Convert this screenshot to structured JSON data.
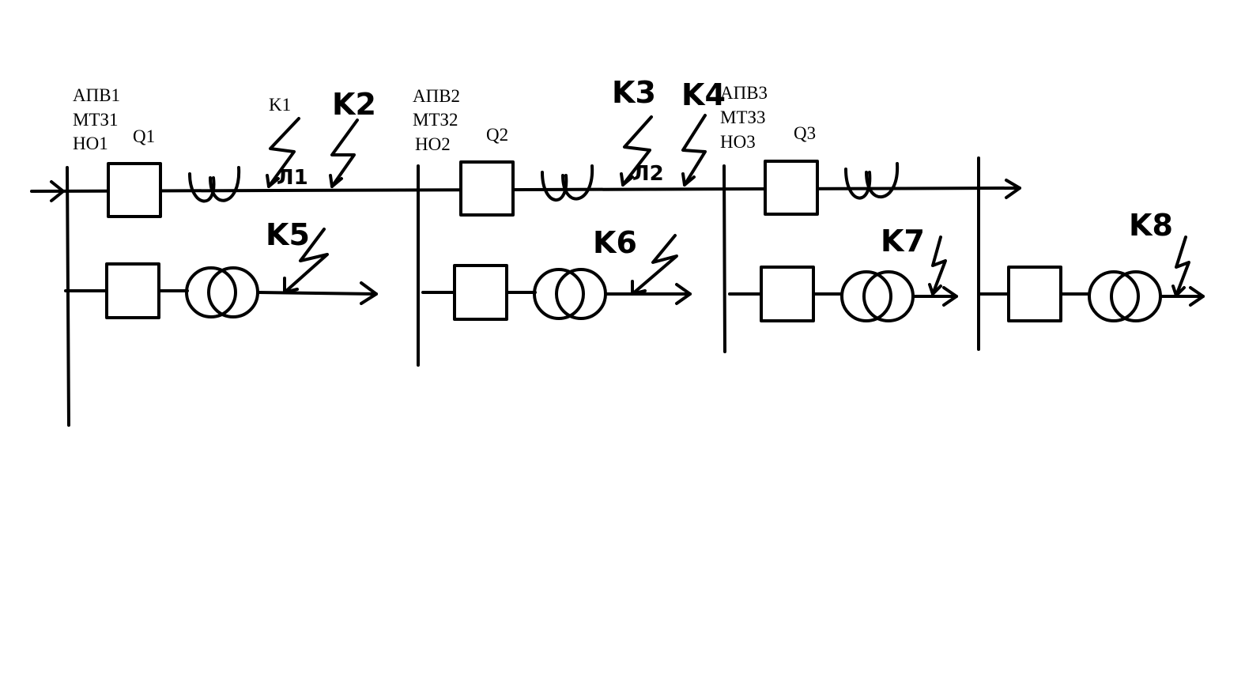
{
  "labels": {
    "s1": {
      "l1": "АПВ1",
      "l2": "МТЗ1",
      "l3": "НО1",
      "q": "Q1"
    },
    "s2": {
      "l1": "АПВ2",
      "l2": "МТЗ2",
      "l3": "НО2",
      "q": "Q2"
    },
    "s3": {
      "l1": "АПВ3",
      "l2": "МТЗ3",
      "l3": "НО3",
      "q": "Q3"
    },
    "line1": "Л1",
    "line2": "Л2"
  },
  "faults": {
    "k1": "K1",
    "k2": "K2",
    "k3": "K3",
    "k4": "K4",
    "k5": "K5",
    "k6": "K6",
    "k7": "K7",
    "k8": "K8"
  }
}
